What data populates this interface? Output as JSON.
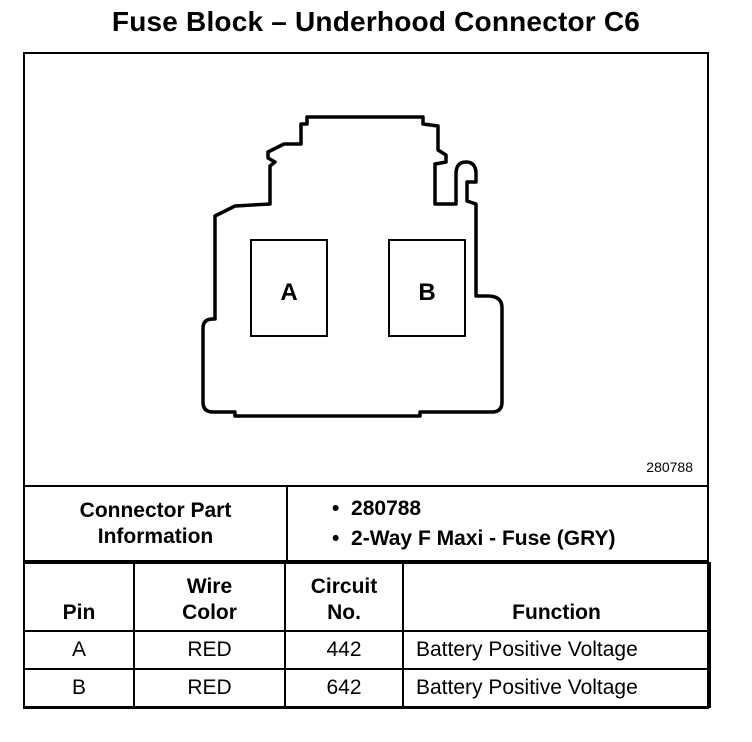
{
  "title": "Fuse Block – Underhood Connector C6",
  "diagram": {
    "cavity_labels": [
      "A",
      "B"
    ],
    "reference_number": "280788"
  },
  "connector_info": {
    "label_line1": "Connector Part",
    "label_line2": "Information",
    "items": [
      "280788",
      "2-Way F Maxi - Fuse (GRY)"
    ]
  },
  "pin_table": {
    "headers": {
      "pin": "Pin",
      "wire_color_line1": "Wire",
      "wire_color_line2": "Color",
      "circuit_line1": "Circuit",
      "circuit_line2": "No.",
      "function": "Function"
    },
    "rows": [
      {
        "pin": "A",
        "wire_color": "RED",
        "circuit": "442",
        "function": "Battery Positive Voltage"
      },
      {
        "pin": "B",
        "wire_color": "RED",
        "circuit": "642",
        "function": "Battery Positive Voltage"
      }
    ]
  }
}
